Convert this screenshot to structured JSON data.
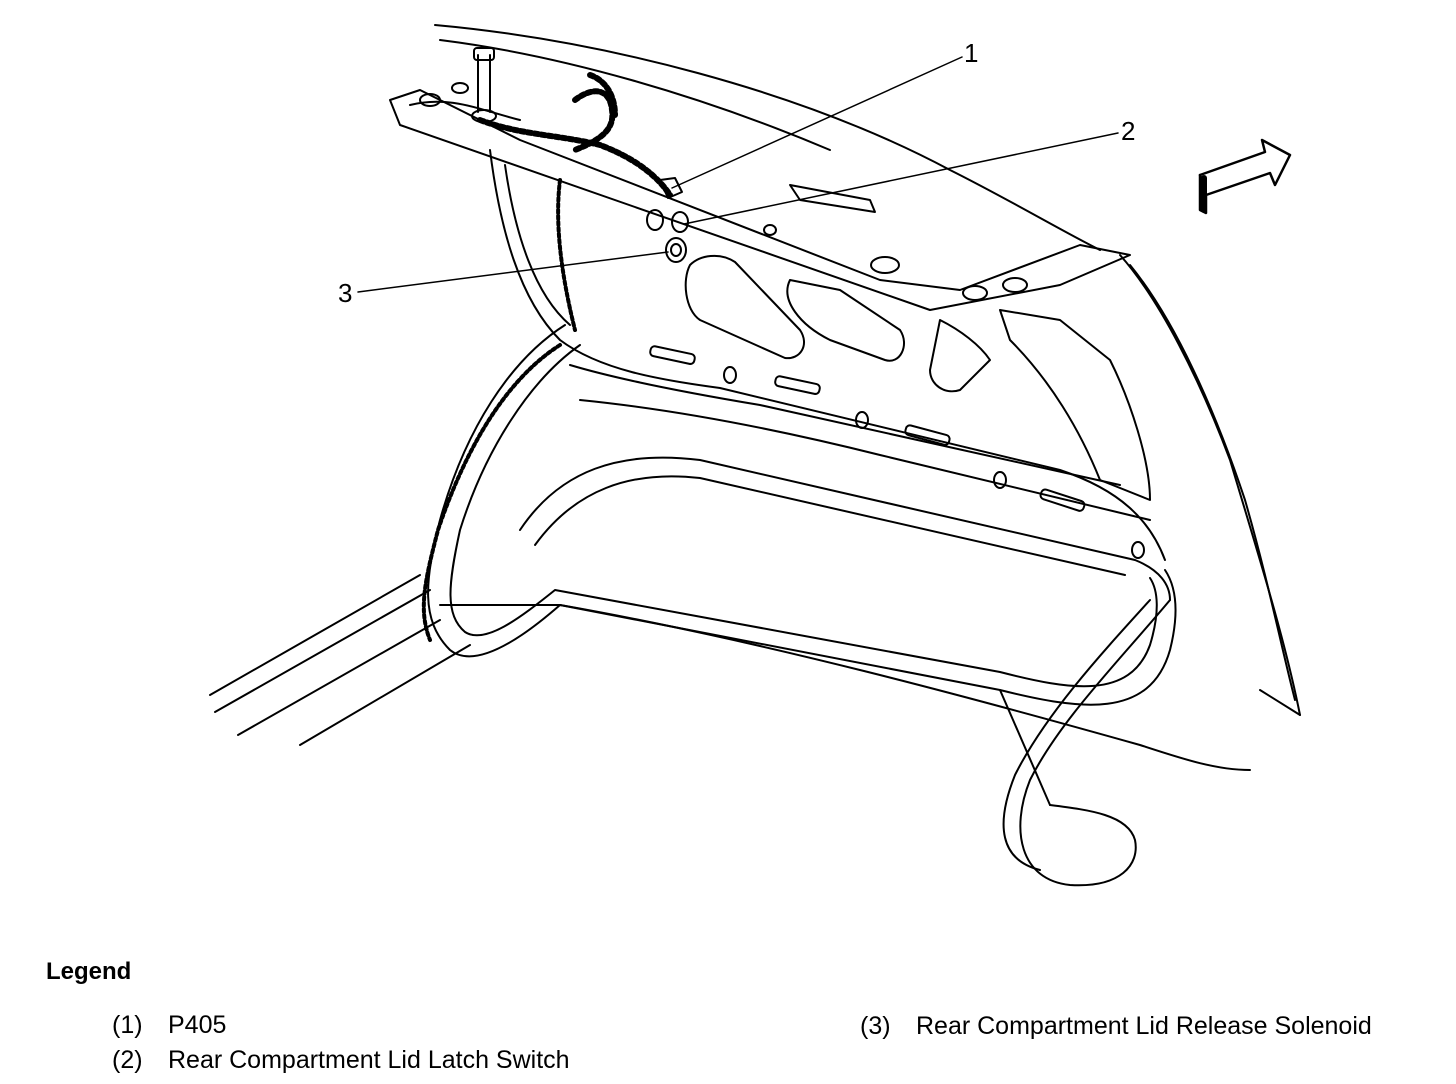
{
  "callouts": [
    "1",
    "2",
    "3"
  ],
  "legend": {
    "title": "Legend",
    "items": [
      {
        "num": "(1)",
        "label": "P405"
      },
      {
        "num": "(2)",
        "label": "Rear Compartment Lid Latch Switch"
      },
      {
        "num": "(3)",
        "label": "Rear Compartment Lid Release Solenoid"
      }
    ]
  },
  "colors": {
    "line": "#000000",
    "background": "#ffffff"
  }
}
